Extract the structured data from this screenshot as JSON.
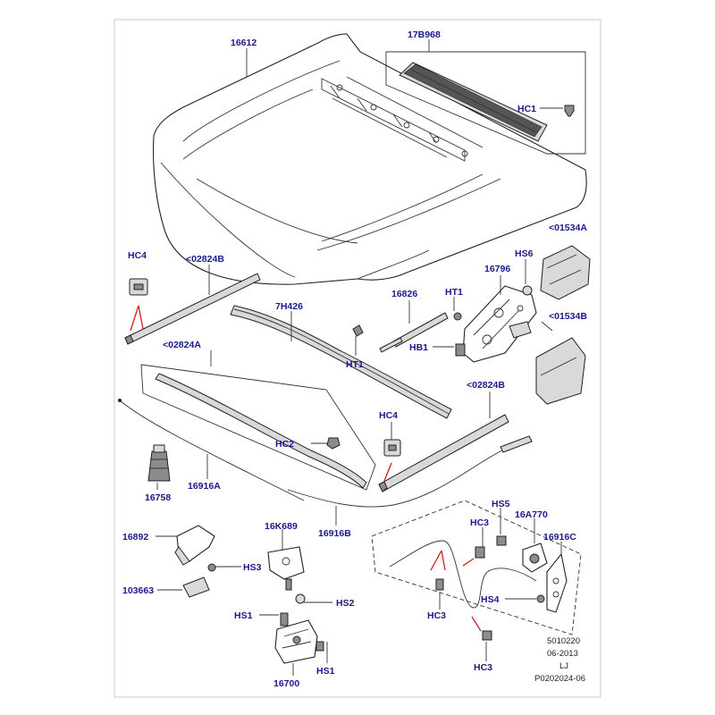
{
  "labels": {
    "hood": "16612",
    "cowl_vent": "17B968",
    "hc1": "HC1",
    "hc4_left": "HC4",
    "seal_left_upper": "<02824B",
    "seal_front": "7H426",
    "gas_strut": "16826",
    "ht1_top": "HT1",
    "hinge": "16796",
    "hs6": "HS6",
    "hinge_cover_upper": "<01534A",
    "hinge_cover_lower": "<01534B",
    "ht1_bottom": "HT1",
    "hb1": "HB1",
    "seal_left_lower": "<02824A",
    "seal_right": "<02824B",
    "hc4_right": "HC4",
    "hc2": "HC2",
    "bump_stop": "16758",
    "cable_a": "16916A",
    "cable_b": "16916B",
    "bracket_16892": "16892",
    "latch_16k689": "16K689",
    "hs3": "HS3",
    "bracket_103663": "103663",
    "hs2": "HS2",
    "hs1_left": "HS1",
    "hs1_bottom": "HS1",
    "latch_16700": "16700",
    "hs5": "HS5",
    "hc3_top": "HC3",
    "release_16a770": "16A770",
    "cable_c": "16916C",
    "hs4": "HS4",
    "hc3_left": "HC3",
    "hc3_bottom": "HC3"
  },
  "stamp": {
    "line1": "5010220",
    "line2": "06-2013",
    "line3": "LJ",
    "line4": "P0202024-06"
  }
}
